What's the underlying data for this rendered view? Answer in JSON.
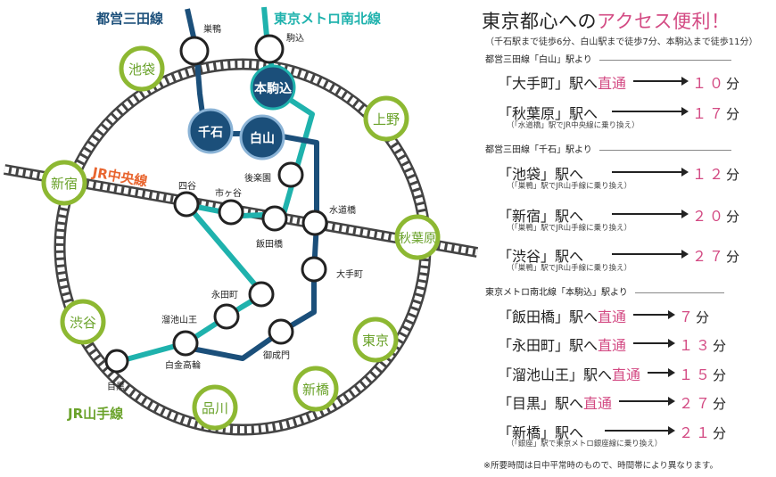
{
  "map": {
    "lines": {
      "mita": "都営三田線",
      "namboku": "東京メトロ南北線",
      "chuo": "JR中央線",
      "yamanote": "JR山手線"
    },
    "stations": {
      "ikebukuro": "池袋",
      "ueno": "上野",
      "shinjuku": "新宿",
      "akihabara": "秋葉原",
      "shibuya": "渋谷",
      "tokyo": "東京",
      "shinagawa": "品川",
      "shinbashi": "新橋",
      "sugamo": "巣鴨",
      "komagome": "駒込",
      "honkomagome": "本駒込",
      "sengoku": "千石",
      "hakusan": "白山",
      "korakuen": "後楽園",
      "suidobashi": "水道橋",
      "yotsuya": "四谷",
      "ichigaya": "市ヶ谷",
      "iidabashi": "飯田橋",
      "otemachi": "大手町",
      "nagatacho": "永田町",
      "tameike": "溜池山王",
      "shirokane": "白金高輪",
      "onarimon": "御成門",
      "meguro": "目黒"
    },
    "colors": {
      "mita": "#1b4f7a",
      "namboku": "#1fb2ad",
      "chuo": "#e8652f",
      "yamanote": "#8db832",
      "yamanote_text": "#6aa22a",
      "track": "#444444"
    }
  },
  "panel": {
    "title_a": "東京都心への",
    "title_b": "アクセス便利！",
    "subnote": "（千石駅まで徒歩6分、白山駅まで徒歩7分、本駒込まで徒歩11分）",
    "sec1": "都営三田線「白山」駅より",
    "r1_dest": "「大手町」駅へ",
    "r1_direct": "直通",
    "r1_time": "１０",
    "r2_dest": "「秋葉原」駅へ",
    "r2_xfer": "（「水道橋」駅でJR中央線に乗り換え）",
    "r2_time": "１７",
    "sec2": "都営三田線「千石」駅より",
    "r3_dest": "「池袋」駅へ",
    "r3_xfer": "（「巣鴨」駅でJR山手線に乗り換え）",
    "r3_time": "１２",
    "r4_dest": "「新宿」駅へ",
    "r4_xfer": "（「巣鴨」駅でJR山手線に乗り換え）",
    "r4_time": "２０",
    "r5_dest": "「渋谷」駅へ",
    "r5_xfer": "（「巣鴨」駅でJR山手線に乗り換え）",
    "r5_time": "２７",
    "sec3": "東京メトロ南北線「本駒込」駅より",
    "r6_dest": "「飯田橋」駅へ",
    "r6_direct": "直通",
    "r6_time": "７",
    "r7_dest": "「永田町」駅へ",
    "r7_direct": "直通",
    "r7_time": "１３",
    "r8_dest": "「溜池山王」駅へ",
    "r8_direct": "直通",
    "r8_time": "１５",
    "r9_dest": "「目黒」駅へ",
    "r9_direct": "直通",
    "r9_time": "２７",
    "r10_dest": "「新橋」駅へ",
    "r10_xfer": "（「銀座」駅で東京メトロ銀座線に乗り換え）",
    "r10_time": "２１",
    "unit": "分",
    "footnote": "※所要時間は日中平常時のもので、時間帯により異なります。"
  }
}
